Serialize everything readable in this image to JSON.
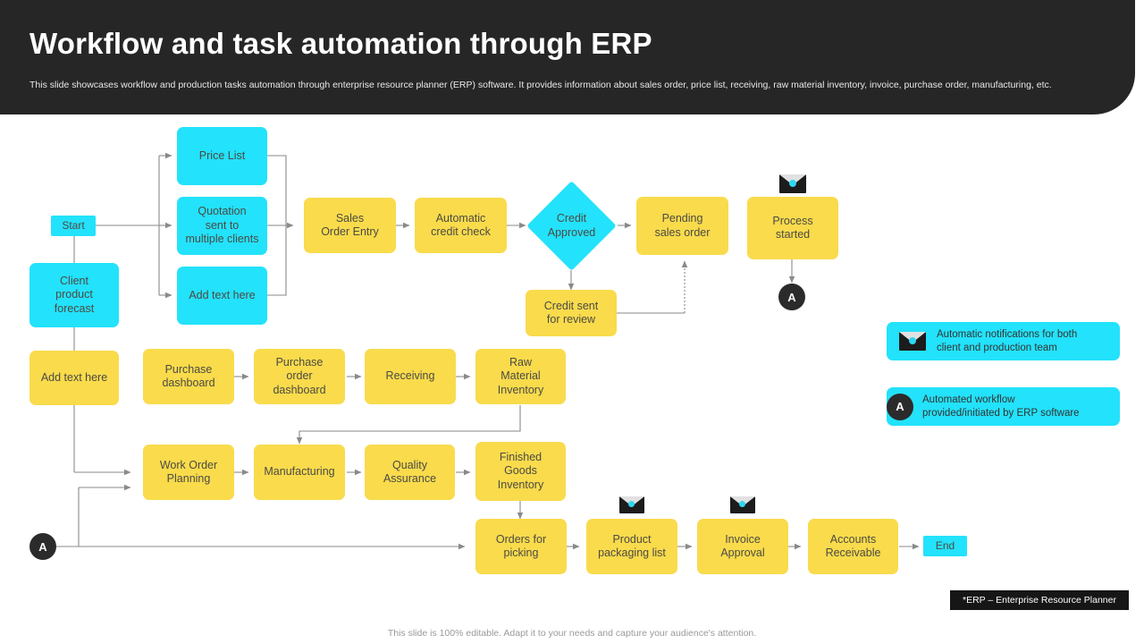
{
  "header": {
    "title": "Workflow and task automation through ERP",
    "subtitle": "This slide showcases workflow and production tasks automation through enterprise resource planner (ERP) software. It provides information about sales order, price list, receiving, raw material inventory, invoice, purchase order, manufacturing, etc."
  },
  "colors": {
    "header_bg": "#262626",
    "cyan": "#23E2FB",
    "yellow": "#F9DB4C",
    "connector": "#2b2b2b",
    "arrow": "#8a8a8a",
    "text": "#4c4a44"
  },
  "nodes": {
    "start": "Start",
    "price_list": "Price List",
    "quotation": "Quotation\nsent to\nmultiple clients",
    "add_text_1": "Add text here",
    "client_forecast": "Client\nproduct forecast",
    "sales_order_entry": "Sales\nOrder  Entry",
    "automatic_credit_check": "Automatic\ncredit check",
    "credit_approved": "Credit\nApproved",
    "credit_sent_review": "Credit  sent\nfor  review",
    "pending_sales_order": "Pending\nsales order",
    "process_started": "Process\nstarted",
    "add_text_2": "Add text here",
    "purchase_dashboard": "Purchase\ndashboard",
    "purchase_order_dashboard": "Purchase\norder\ndashboard",
    "receiving": "Receiving",
    "raw_material_inventory": "Raw\nMaterial\nInventory",
    "work_order_planning": "Work Order\nPlanning",
    "manufacturing": "Manufacturing",
    "quality_assurance": "Quality\nAssurance",
    "finished_goods_inventory": "Finished\nGoods\nInventory",
    "orders_for_picking": "Orders for\npicking",
    "product_packaging_list": "Product\npackaging list",
    "invoice_approval": "Invoice\nApproval",
    "accounts_receivable": "Accounts\nReceivable",
    "end": "End",
    "connector_a": "A"
  },
  "legend": [
    {
      "icon": "envelope-icon",
      "text": "Automatic notifications for  both\nclient and production  team"
    },
    {
      "icon": "connector-a-icon",
      "badge": "A",
      "text": "Automated  workflow\nprovided/initiated   by ERP software"
    }
  ],
  "erp_note": "*ERP  – Enterprise Resource Planner",
  "footer": "This slide is 100% editable.  Adapt it to your needs and capture your audience's attention."
}
